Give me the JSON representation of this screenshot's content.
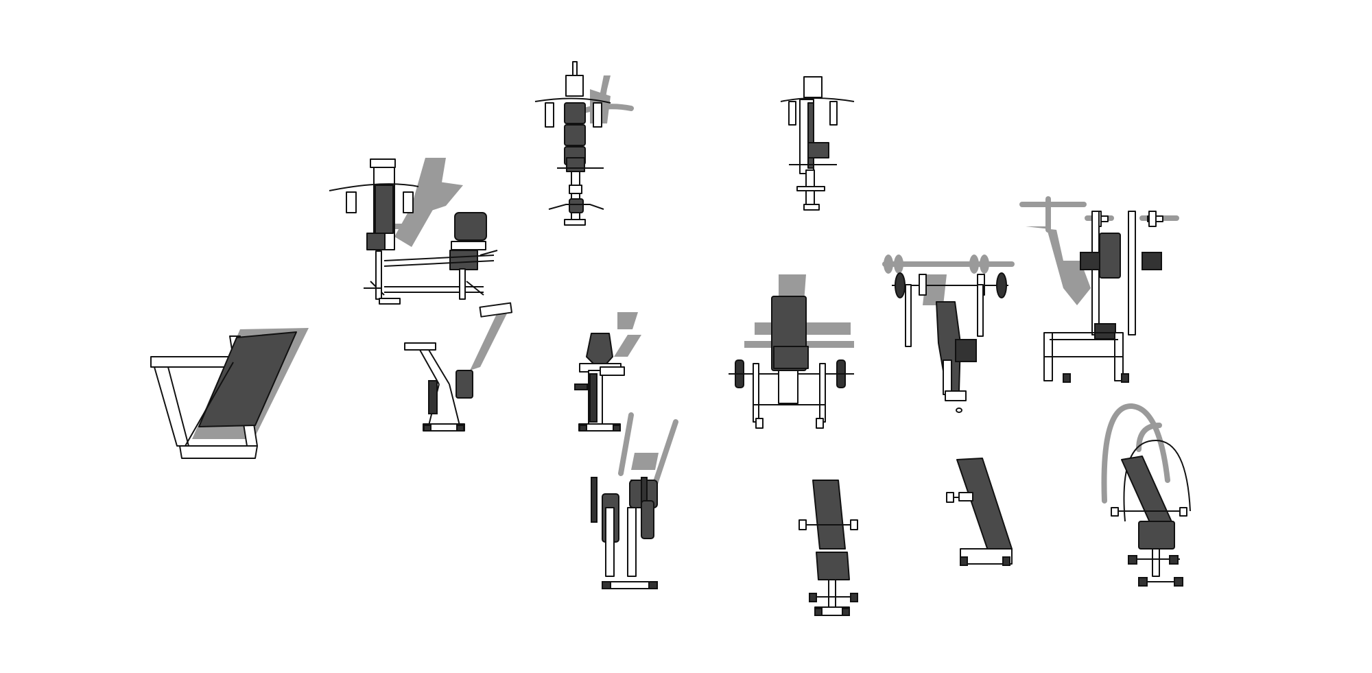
{
  "scene": {
    "background": "#ffffff",
    "colors": {
      "outline": "#111111",
      "pad": "#4a4a4a",
      "pad_dark": "#333333",
      "shadow": "#9a9a9a",
      "frame": "#ffffff"
    },
    "equipment": [
      {
        "id": "treadmill",
        "icon": "treadmill-icon"
      },
      {
        "id": "multi-gym-angled",
        "icon": "multi-gym-icon"
      },
      {
        "id": "multi-gym-front",
        "icon": "multi-gym-icon"
      },
      {
        "id": "multi-gym-front-small",
        "icon": "multi-gym-icon"
      },
      {
        "id": "exercise-bike-1",
        "icon": "exercise-bike-icon"
      },
      {
        "id": "exercise-bike-2",
        "icon": "exercise-bike-icon"
      },
      {
        "id": "elliptical-trainer",
        "icon": "elliptical-icon"
      },
      {
        "id": "preacher-curl-bench",
        "icon": "weight-bench-icon"
      },
      {
        "id": "bench-press-station",
        "icon": "barbell-bench-icon"
      },
      {
        "id": "power-tower",
        "icon": "power-tower-icon"
      },
      {
        "id": "flat-bench",
        "icon": "flat-bench-icon"
      },
      {
        "id": "incline-board",
        "icon": "incline-bench-icon"
      },
      {
        "id": "ab-crunch-bench",
        "icon": "ab-bench-icon"
      }
    ]
  }
}
